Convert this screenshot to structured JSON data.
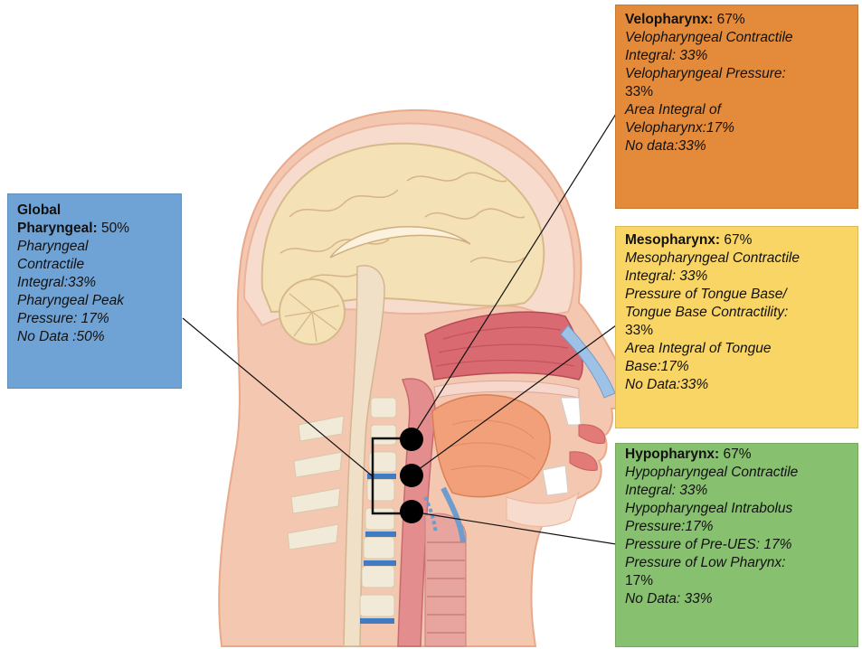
{
  "global": {
    "title_line1": "Global",
    "title_line2": "Pharyngeal:",
    "value": "50%",
    "lines": [
      "Pharyngeal",
      "Contractile",
      "Integral:33%",
      "Pharyngeal Peak",
      "Pressure: 17%",
      "No Data :50%"
    ],
    "color": "#6fa3d6"
  },
  "velopharynx": {
    "title": "Velopharynx:",
    "value": "67%",
    "lines": [
      "Velopharyngeal Contractile",
      "Integral: 33%",
      "Velopharyngeal Pressure:",
      "33%",
      "Area Integral of",
      "Velopharynx:17%",
      "No data:33%"
    ],
    "color": "#e38b3b"
  },
  "mesopharynx": {
    "title": "Mesopharynx:",
    "value": "67%",
    "lines": [
      "Mesopharyngeal Contractile",
      "Integral: 33%",
      "Pressure of Tongue Base/",
      "Tongue Base Contractility:",
      "33%",
      "Area Integral of Tongue",
      "Base:17%",
      "No Data:33%"
    ],
    "color": "#f9d565"
  },
  "hypopharynx": {
    "title": "Hypopharynx:",
    "value": "67%",
    "lines": [
      "Hypopharyngeal Contractile",
      "Integral: 33%",
      "Hypopharyngeal Intrabolus",
      "Pressure:17%",
      "Pressure of Pre-UES: 17%",
      "Pressure of Low Pharynx:",
      "17%",
      "No Data: 33%"
    ],
    "color": "#87c06e"
  },
  "illustration": {
    "subject": "sagittal head anatomy",
    "markers": [
      "velopharynx-marker",
      "mesopharynx-marker",
      "hypopharynx-marker"
    ]
  }
}
